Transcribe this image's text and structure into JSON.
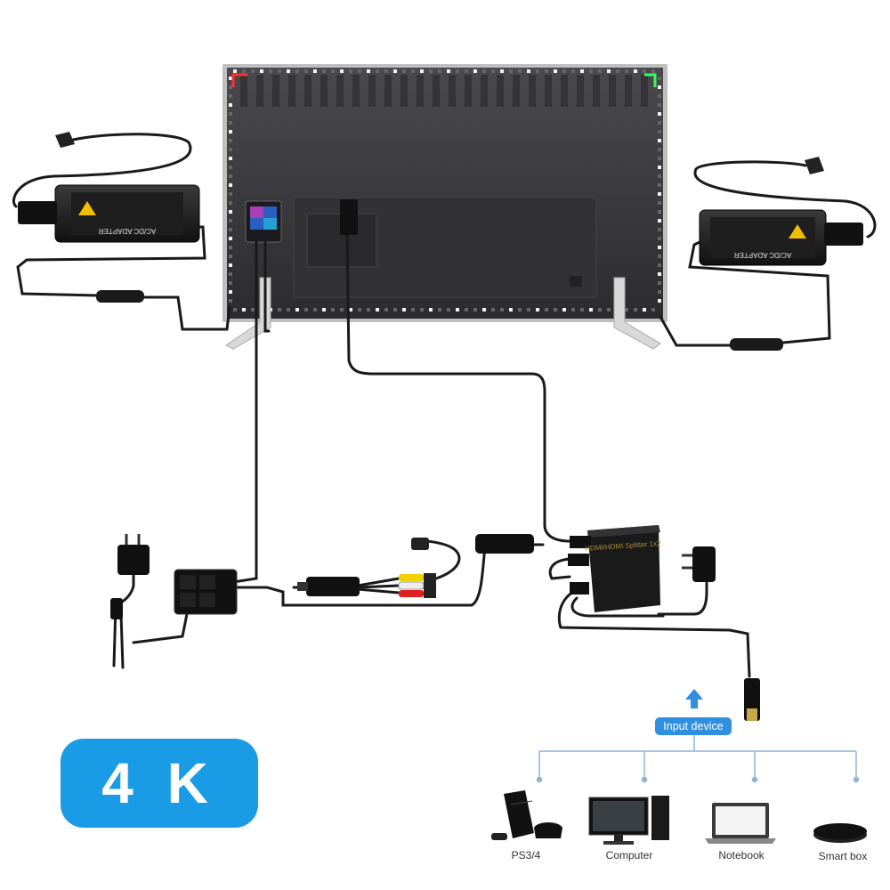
{
  "badge": {
    "text": "4 K",
    "color": "#1a9be6"
  },
  "input_device": {
    "label": "Input device",
    "color": "#2f8fe0",
    "arrow_color": "#2f8fe0"
  },
  "devices": [
    {
      "label": "PS3/4",
      "icon": "game-console-icon"
    },
    {
      "label": "Computer",
      "icon": "desktop-computer-icon"
    },
    {
      "label": "Notebook",
      "icon": "laptop-icon"
    },
    {
      "label": "Smart box",
      "icon": "smart-box-icon"
    }
  ],
  "components": {
    "adapter_left_text": "AC/DC ADAPTER",
    "adapter_right_text": "AC/DC ADAPTER",
    "splitter_text": "HDMI/HDMI Splitter 1x2"
  },
  "colors": {
    "cable": "#1a1a1a",
    "led_strip_rgb": [
      "#ff3030",
      "#30ff60",
      "#4080ff"
    ],
    "tv_back": "#3a3a3d",
    "tree_line": "#8fb4d9"
  }
}
